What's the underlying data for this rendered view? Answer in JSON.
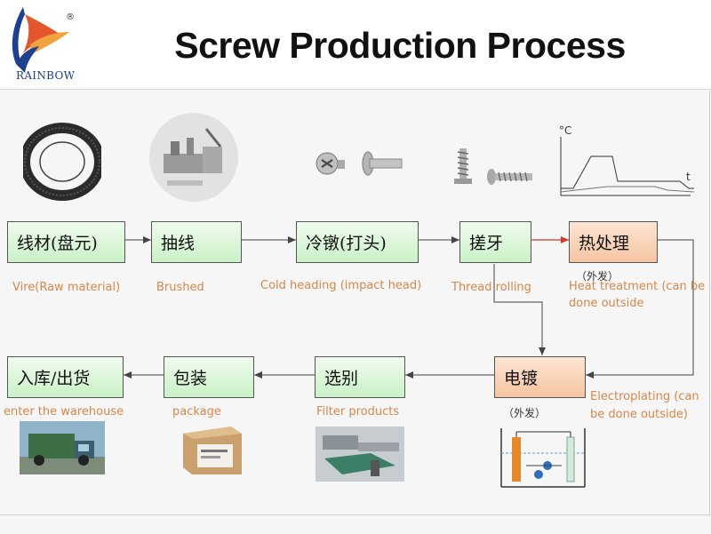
{
  "header": {
    "title": "Screw Production Process",
    "logo_text": "RAINBOW",
    "logo_mark": "®"
  },
  "steps": [
    {
      "cn": "线材(盘元)",
      "en": "Vire(Raw material)"
    },
    {
      "cn": "抽线",
      "en": "Brushed"
    },
    {
      "cn": "冷镦(打头)",
      "en": "Cold heading (impact head)"
    },
    {
      "cn": "搓牙",
      "en": "Thread rolling"
    },
    {
      "cn": "热处理",
      "en_line1": "Heat treatment (can be",
      "en_line2": "done outside",
      "note": "（外发）"
    },
    {
      "cn": "电镀",
      "en_line1": "Electroplating (can",
      "en_line2": "be done outside)",
      "note": "（外发）"
    },
    {
      "cn": "选别",
      "en": "Filter products"
    },
    {
      "cn": "包装",
      "en": "package"
    },
    {
      "cn": "入库/出货",
      "en": "enter the warehouse"
    }
  ],
  "graph": {
    "y_unit": "°C",
    "x_unit": "t"
  },
  "colors": {
    "green_box": "#c9f1c6",
    "peach_box": "#f6c4a1",
    "label_orange": "#d9864a",
    "arrow_red": "#d9342b"
  }
}
